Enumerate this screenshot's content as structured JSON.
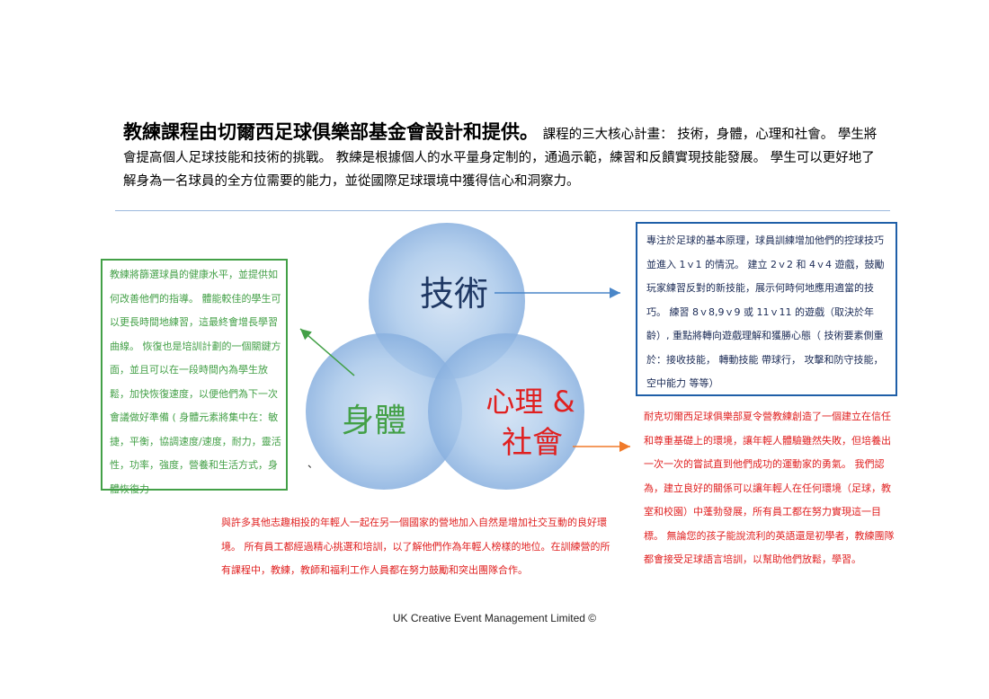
{
  "intro": {
    "lead": "教練課程由切爾西足球俱樂部基金會設計和提供。",
    "body": " 課程的三大核心計畫： 技術，身體，心理和社會。 學生將會提高個人足球技能和技術的挑戰。 教練是根據個人的水平量身定制的，通過示範，練習和反饋實現技能發展。 學生可以更好地了解身為一名球員的全方位需要的能力，並從國際足球環境中獲得信心和洞察力。"
  },
  "venn": {
    "technical": "技術",
    "physical": "身體",
    "psych_line1": "心理 &",
    "psych_line2": "社會"
  },
  "colors": {
    "circle": "#5b9bd5",
    "technical_text": "#1f3864",
    "physical_text": "#43a047",
    "psych_text": "#e02020",
    "arrow_blue": "#4a86c8",
    "arrow_green": "#43a047",
    "arrow_orange": "#f07a2a"
  },
  "physical_box": {
    "text": "教練將篩選球員的健康水平，並提供如何改善他們的指導。 體能較佳的學生可以更長時間地練習，這最終會增長學習曲線。 恢復也是培訓計劃的一個關鍵方面，並且可以在一段時間內為學生放鬆，加快恢復速度，以便他們為下一次會議做好準備 ( 身體元素將集中在：敏捷，平衡，協調速度/速度，耐力，靈活性，功率，強度，營養和生活方式，身體恢復力"
  },
  "technical_box": {
    "text": "專注於足球的基本原理，球員訓練增加他們的控球技巧並進入 1ｖ1 的情況。 建立 2ｖ2 和 4ｖ4 遊戲，鼓勵玩家練習反對的新技能，展示何時何地應用適當的技巧。 練習 8ｖ8,9ｖ9 或 11ｖ11 的遊戲（取決於年齡）, 重點將轉向遊戲理解和獲勝心態（ 技術要素側重於：接收技能， 轉動技能 帶球行， 攻擊和防守技能， 空中能力 等等）"
  },
  "psych_right": {
    "text": "耐克切爾西足球俱樂部夏令營教練創造了一個建立在信任和尊重基礎上的環境，讓年輕人體驗雖然失敗，但培養出一次一次的嘗試直到他們成功的運動家的勇氣。 我們認為，建立良好的關係可以讓年輕人在任何環境（足球，教室和校園）中蓬勃發展，所有員工都在努力實現這一目標。 無論您的孩子能說流利的英語還是初學者，教練團隊都會接受足球語言培訓，以幫助他們放鬆，學習。"
  },
  "psych_bottom": {
    "text": "與許多其他志趣相投的年輕人一起在另一個國家的營地加入自然是增加社交互動的良好環境。 所有員工都經過精心挑選和培訓，以了解他們作為年輕人榜樣的地位。在訓練營的所有課程中，教練，教師和福利工作人員都在努力鼓勵和突出團隊合作。"
  },
  "stray_mark": "、",
  "footer": "UK Creative Event Management Limited ©"
}
